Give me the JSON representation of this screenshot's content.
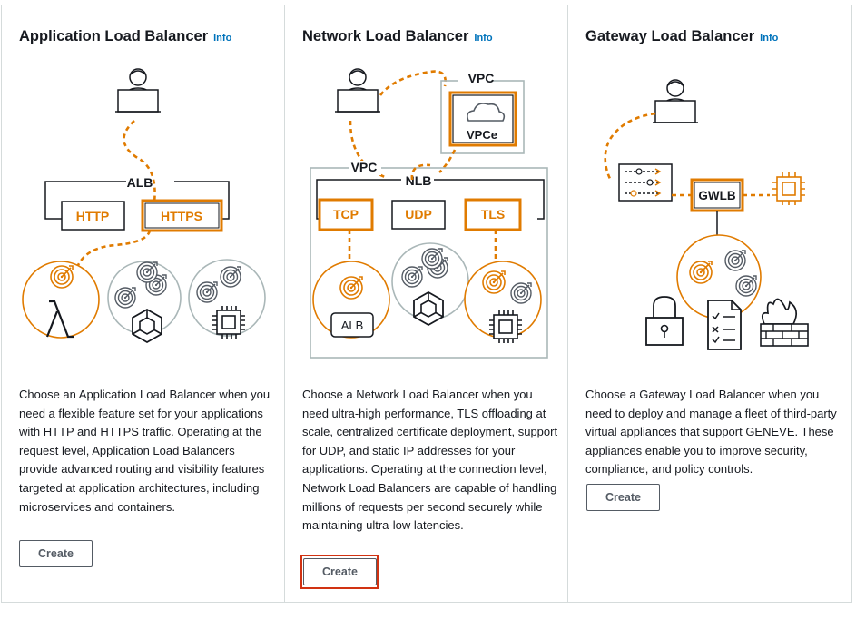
{
  "cards": [
    {
      "title": "Application Load Balancer",
      "info": "Info",
      "diagram": {
        "group": "ALB",
        "listeners": [
          "HTTP",
          "HTTPS"
        ]
      },
      "description": "Choose an Application Load Balancer when you need a flexible feature set for your applications with HTTP and HTTPS traffic. Operating at the request level, Application Load Balancers provide advanced routing and visibility features targeted at application architectures, including microservices and containers.",
      "create_label": "Create"
    },
    {
      "title": "Network Load Balancer",
      "info": "Info",
      "diagram": {
        "vpc_top": "VPC",
        "endpoint": "VPCe",
        "vpc": "VPC",
        "group": "NLB",
        "listeners": [
          "TCP",
          "UDP",
          "TLS"
        ],
        "target": "ALB"
      },
      "description": "Choose a Network Load Balancer when you need ultra-high performance, TLS offloading at scale, centralized certificate deployment, support for UDP, and static IP addresses for your applications. Operating at the connection level, Network Load Balancers are capable of handling millions of requests per second securely while maintaining ultra-low latencies.",
      "create_label": "Create"
    },
    {
      "title": "Gateway Load Balancer",
      "info": "Info",
      "diagram": {
        "gateway": "GWLB"
      },
      "description": "Choose a Gateway Load Balancer when you need to deploy and manage a fleet of third-party virtual appliances that support GENEVE. These appliances enable you to improve security, compliance, and policy controls.",
      "create_label": "Create"
    }
  ],
  "colors": {
    "accent": "#e07b00",
    "link": "#0073bb",
    "text": "#16191f",
    "border": "#d5dbdb",
    "highlight": "#d13212",
    "icon_gray": "#545b64"
  },
  "icons": [
    "user-laptop-icon",
    "target-icon",
    "lambda-icon",
    "container-icon",
    "chip-icon",
    "cloud-icon",
    "firewall-icon",
    "lock-icon",
    "checklist-icon",
    "filter-icon"
  ]
}
